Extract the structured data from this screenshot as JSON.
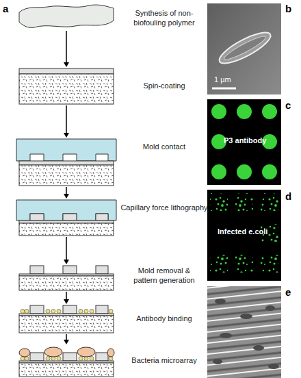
{
  "diagram": {
    "nodes": [
      {
        "text": [
          "Synthesis of non-biofouling polymer"
        ]
      },
      {
        "text": [
          "Spin-coating"
        ]
      },
      {
        "text": [
          "Mold contact"
        ]
      },
      {
        "text": [
          "Capillary force lithography"
        ]
      },
      {
        "text": [
          "Mold removal & pattern generation"
        ]
      },
      {
        "text": [
          "Antibody binding"
        ]
      },
      {
        "text": [
          "Bacteria microarray"
        ]
      }
    ],
    "edges": [
      {
        "from": 0,
        "to": 1,
        "arrow": "to"
      },
      {
        "from": 1,
        "to": 2,
        "arrow": "to"
      },
      {
        "from": 2,
        "to": 3,
        "arrow": "to"
      },
      {
        "from": 3,
        "to": 4,
        "arrow": "to"
      },
      {
        "from": 4,
        "to": 5,
        "arrow": "to"
      },
      {
        "from": 5,
        "to": 6,
        "arrow": "to"
      }
    ],
    "labels": [
      "a",
      "b",
      "1 µm",
      "c",
      "P3 antibody",
      "d",
      "Infected e.coli",
      "e"
    ]
  }
}
